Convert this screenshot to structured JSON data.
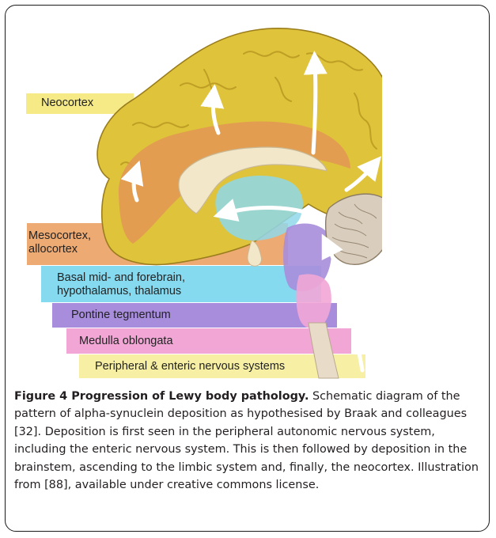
{
  "figure": {
    "labels": {
      "neocortex": "Neocortex",
      "mesocortex_line1": "Mesocortex,",
      "mesocortex_line2": "allocortex",
      "basal_line1": "Basal mid- and forebrain,",
      "basal_line2": "hypothalamus, thalamus",
      "pontine": "Pontine tegmentum",
      "medulla": "Medulla oblongata",
      "peripheral": "Peripheral & enteric nervous systems"
    },
    "colors": {
      "neocortex": "#f5ea86",
      "mesocortex": "#eeaa73",
      "basal": "#86daf0",
      "pontine": "#a78ddc",
      "medulla": "#f2a6d6",
      "peripheral": "#f7f0a4",
      "cortex_yellow": "#dfc33a",
      "cortex_orange": "#e29a52",
      "cerebellum": "#d9cdbd"
    }
  },
  "caption": {
    "title": "Figure 4 Progression of Lewy body pathology.",
    "body": "Schematic diagram of the pattern of alpha-synuclein deposition as hypothesised by Braak and colleagues [32]. Deposition is first seen in the peripheral autonomic nervous system, including the enteric nervous system. This is then followed by deposition in the brainstem, ascending to the limbic system and, finally, the neocortex. Illustration from [88], available under creative commons license."
  }
}
